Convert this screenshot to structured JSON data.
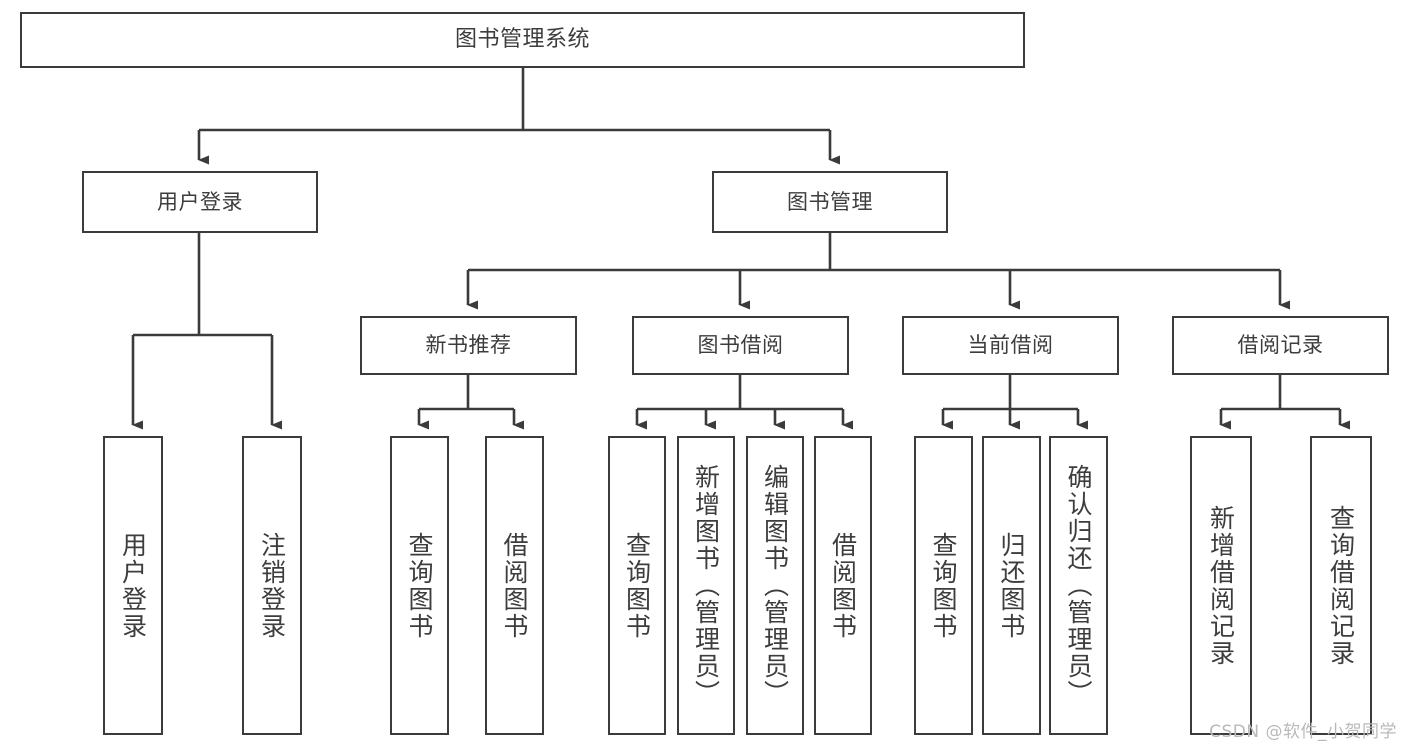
{
  "diagram": {
    "title": "图书管理系统",
    "type": "tree-hierarchy",
    "watermark": "CSDN @软件_小贺同学",
    "colors": {
      "border": "#3b3b3b",
      "text": "#3d3d3d",
      "background": "#ffffff",
      "edge": "#3b3b3b",
      "watermark": "#b9b9b9"
    }
  },
  "nodes": {
    "root": {
      "label": "图书管理系统"
    },
    "level1": [
      {
        "label": "用户登录"
      },
      {
        "label": "图书管理"
      }
    ],
    "level2": [
      {
        "label": "新书推荐"
      },
      {
        "label": "图书借阅"
      },
      {
        "label": "当前借阅"
      },
      {
        "label": "借阅记录"
      }
    ],
    "leaves": {
      "user_login": [
        {
          "label": "用户登录"
        },
        {
          "label": "注销登录"
        }
      ],
      "new_book_recommend": [
        {
          "label": "查询图书"
        },
        {
          "label": "借阅图书"
        }
      ],
      "book_borrow": [
        {
          "label": "查询图书"
        },
        {
          "label": "新增图书（管理员）"
        },
        {
          "label": "编辑图书（管理员）"
        },
        {
          "label": "借阅图书"
        }
      ],
      "current_borrow": [
        {
          "label": "查询图书"
        },
        {
          "label": "归还图书"
        },
        {
          "label": "确认归还（管理员）"
        }
      ],
      "borrow_record": [
        {
          "label": "新增借阅记录"
        },
        {
          "label": "查询借阅记录"
        }
      ]
    }
  }
}
